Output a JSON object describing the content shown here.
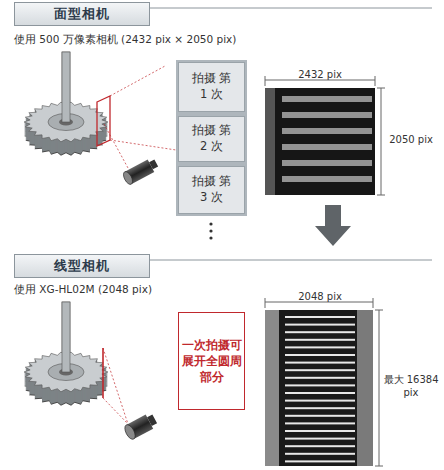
{
  "diagram": {
    "nodes": [
      {
        "text": [
          "面型相机"
        ]
      },
      {
        "text": [
          "拍摄 第 1 次"
        ]
      },
      {
        "text": [
          "拍摄 第 2 次"
        ]
      },
      {
        "text": [
          "拍摄 第 3 次"
        ]
      },
      {
        "text": [
          "线型相机"
        ]
      },
      {
        "text": [
          "一次拍摄可展开全圆周部分"
        ]
      }
    ],
    "labels": [
      "使用 500 万像素相机 (2432 pix × 2050 pix)",
      "2432 pix",
      "2050 pix",
      "使用 XG-HL02M (2048 pix)",
      "2048 pix",
      "最大 16384 pix"
    ]
  }
}
